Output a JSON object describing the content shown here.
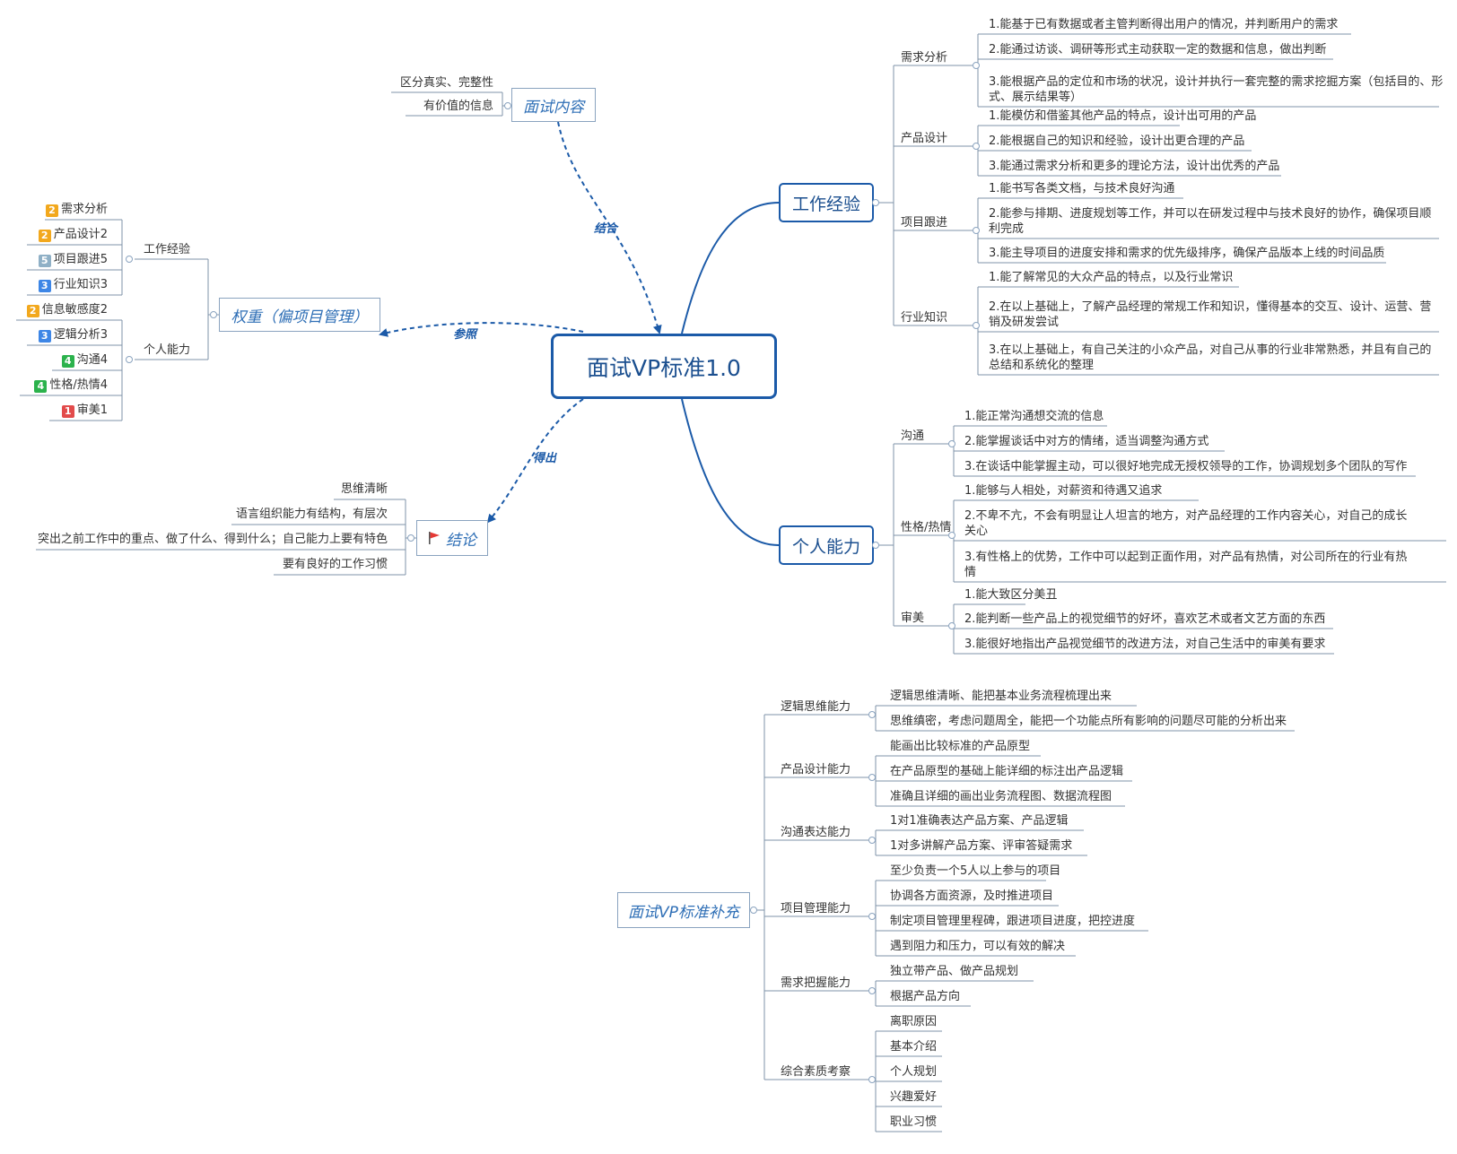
{
  "central": {
    "title": "面试VP标准1.0"
  },
  "relations": {
    "combine": "结合",
    "reference": "参照",
    "derive": "得出"
  },
  "interview_content": {
    "title": "面试内容",
    "items": [
      "区分真实、完整性",
      "有价值的信息"
    ]
  },
  "weight": {
    "title": "权重（偏项目管理）",
    "groups": [
      {
        "label": "工作经验",
        "items": [
          {
            "badge": "2",
            "color": "#f2a81d",
            "label": "需求分析"
          },
          {
            "badge": "2",
            "color": "#f2a81d",
            "label": "产品设计2"
          },
          {
            "badge": "5",
            "color": "#8fb0c6",
            "label": "项目跟进5"
          },
          {
            "badge": "3",
            "color": "#3d86e6",
            "label": "行业知识3"
          }
        ]
      },
      {
        "label": "个人能力",
        "items": [
          {
            "badge": "2",
            "color": "#f2a81d",
            "label": "信息敏感度2"
          },
          {
            "badge": "3",
            "color": "#3d86e6",
            "label": "逻辑分析3"
          },
          {
            "badge": "4",
            "color": "#2bb24c",
            "label": "沟通4"
          },
          {
            "badge": "4",
            "color": "#2bb24c",
            "label": "性格/热情4"
          },
          {
            "badge": "1",
            "color": "#e24b4b",
            "label": "审美1"
          }
        ]
      }
    ]
  },
  "conclusion": {
    "title": "结论",
    "flag_color": "#e53935",
    "items": [
      "思维清晰",
      "语言组织能力有结构，有层次",
      "突出之前工作中的重点、做了什么、得到什么；自己能力上要有特色",
      "要有良好的工作习惯"
    ]
  },
  "work_experience": {
    "title": "工作经验",
    "groups": [
      {
        "label": "需求分析",
        "items": [
          "1.能基于已有数据或者主管判断得出用户的情况，并判断用户的需求",
          "2.能通过访谈、调研等形式主动获取一定的数据和信息，做出判断",
          "3.能根据产品的定位和市场的状况，设计并执行一套完整的需求挖掘方案（包括目的、形式、展示结果等）"
        ]
      },
      {
        "label": "产品设计",
        "items": [
          "1.能模仿和借鉴其他产品的特点，设计出可用的产品",
          "2.能根据自己的知识和经验，设计出更合理的产品",
          "3.能通过需求分析和更多的理论方法，设计出优秀的产品"
        ]
      },
      {
        "label": "项目跟进",
        "items": [
          "1.能书写各类文档，与技术良好沟通",
          "2.能参与排期、进度规划等工作，并可以在研发过程中与技术良好的协作，确保项目顺利完成",
          "3.能主导项目的进度安排和需求的优先级排序，确保产品版本上线的时间品质"
        ]
      },
      {
        "label": "行业知识",
        "items": [
          "1.能了解常见的大众产品的特点，以及行业常识",
          "2.在以上基础上，了解产品经理的常规工作和知识，懂得基本的交互、设计、运营、营销及研发尝试",
          "3.在以上基础上，有自己关注的小众产品，对自己从事的行业非常熟悉，并且有自己的总结和系统化的整理"
        ]
      }
    ]
  },
  "personal_ability": {
    "title": "个人能力",
    "groups": [
      {
        "label": "沟通",
        "items": [
          "1.能正常沟通想交流的信息",
          "2.能掌握谈话中对方的情绪，适当调整沟通方式",
          "3.在谈话中能掌握主动，可以很好地完成无授权领导的工作，协调规划多个团队的写作"
        ]
      },
      {
        "label": "性格/热情",
        "items": [
          "1.能够与人相处，对薪资和待遇又追求",
          "2.不卑不亢，不会有明显让人坦言的地方，对产品经理的工作内容关心，对自己的成长关心",
          "3.有性格上的优势，工作中可以起到正面作用，对产品有热情，对公司所在的行业有热情"
        ]
      },
      {
        "label": "审美",
        "items": [
          "1.能大致区分美丑",
          "2.能判断一些产品上的视觉细节的好坏，喜欢艺术或者文艺方面的东西",
          "3.能很好地指出产品视觉细节的改进方法，对自己生活中的审美有要求"
        ]
      }
    ]
  },
  "supplement": {
    "title": "面试VP标准补充",
    "groups": [
      {
        "label": "逻辑思维能力",
        "items": [
          "逻辑思维清晰、能把基本业务流程梳理出来",
          "思维缜密，考虑问题周全，能把一个功能点所有影响的问题尽可能的分析出来"
        ]
      },
      {
        "label": "产品设计能力",
        "items": [
          "能画出比较标准的产品原型",
          "在产品原型的基础上能详细的标注出产品逻辑",
          "准确且详细的画出业务流程图、数据流程图"
        ]
      },
      {
        "label": "沟通表达能力",
        "items": [
          "1对1准确表达产品方案、产品逻辑",
          "1对多讲解产品方案、评审答疑需求"
        ]
      },
      {
        "label": "项目管理能力",
        "items": [
          "至少负责一个5人以上参与的项目",
          "协调各方面资源，及时推进项目",
          "制定项目管理里程碑，跟进项目进度，把控进度",
          "遇到阻力和压力，可以有效的解决"
        ]
      },
      {
        "label": "需求把握能力",
        "items": [
          "独立带产品、做产品规划",
          "根据产品方向"
        ]
      },
      {
        "label": "综合素质考察",
        "items": [
          "离职原因",
          "基本介绍",
          "个人规划",
          "兴趣爱好",
          "职业习惯"
        ]
      }
    ]
  }
}
